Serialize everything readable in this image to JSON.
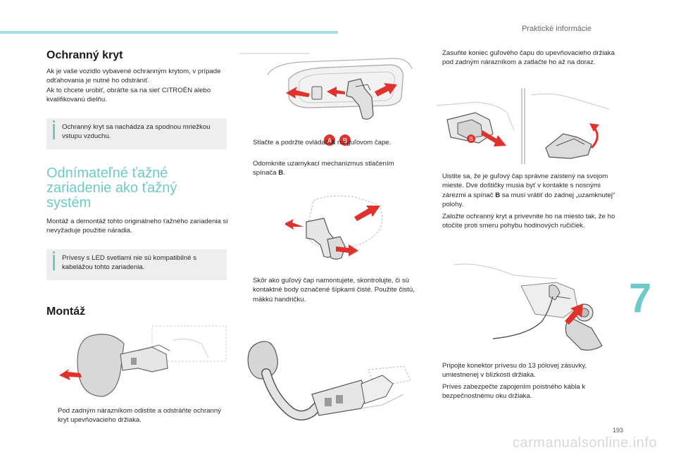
{
  "header": {
    "section": "Praktické informácie"
  },
  "chapter": "7",
  "page_number": "193",
  "watermark": "carmanualsonline.info",
  "left": {
    "title_cover": "Ochranný kryt",
    "cover_text_1": "Ak je vaše vozidlo vybavené ochranným krytom, v prípade odťahovania je nutné ho odstrániť.",
    "cover_text_2": "Ak to chcete urobiť, obráťte sa na sieť CITROËN alebo kvalifikovanú dielňu.",
    "note_cover": "Ochranný kryt sa nachádza za spodnou mriežkou vstupu vzduchu.",
    "title_tow": "Odnímateľné ťažné zariadenie ako ťažný systém",
    "tow_text": "Montáž a demontáž tohto originálneho ťažného zariadenia si nevyžaduje použitie náradia.",
    "note_led": "Prívesy s LED svetlami nie sú kompatibilné s kabelážou tohto zariadenia.",
    "title_mount": "Montáž",
    "step1": "Pod zadným nárazníkom odistite a odstráňte ochranný kryt upevňovacieho držiaka."
  },
  "middle": {
    "label_a": "A",
    "label_b": "B",
    "step2a_pre": "Stlačte a podržte ovládač ",
    "step2a_key": "A",
    "step2a_post": " na guľovom čape.",
    "step2b_pre": "Odomknite uzamykací mechanizmus stlačením spínača ",
    "step2b_key": "B",
    "step2b_post": ".",
    "step3": "Skôr ako guľový čap namontujete, skontrolujte, či sú kontaktné body označené šípkami čisté. Použite čistú, mäkkú handričku."
  },
  "right": {
    "step4": "Zasuňte koniec guľového čapu do upevňovacieho držiaka pod zadným nárazníkom a zatlačte ho až na doraz.",
    "label_b": "B",
    "step5_pre": "Uistite sa, že je guľový čap správne zaistený na svojom mieste. Dve doštičky musia byť v kontakte s nosnými zárezmi a spínač ",
    "step5_key": "B",
    "step5_post": " sa musí vrátiť do zadnej „uzamknutej“ polohy.",
    "step6": "Založte ochranný kryt a privevnite ho na miesto tak, že ho otočíte proti smeru pohybu hodinových ručičiek.",
    "step7": "Pripojte konektor prívesu do 13 pólovej zásuvky, umiestnenej v blízkosti držiaka.",
    "step8": "Príves zabezpečte zapojením poistného kábla k bezpečnostnému oku držiaka."
  },
  "bullet_glyph": "",
  "colors": {
    "accent": "#6fc9c9",
    "arrow": "#e0312c",
    "label_badge": "#e0312c",
    "note_bg": "#eeeeee"
  }
}
